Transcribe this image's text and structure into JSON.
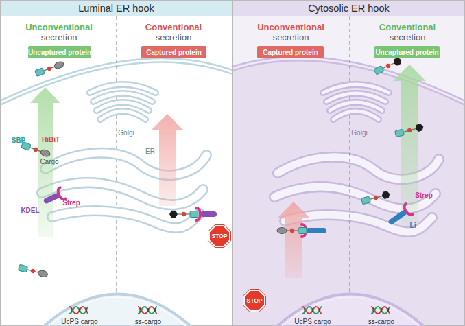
{
  "diagram": {
    "nodes": [
      {
        "text": [
          "Luminal ER hook"
        ]
      },
      {
        "text": [
          "Uncaptured protein"
        ],
        "in": 0
      },
      {
        "text": [
          "Captured protein"
        ],
        "in": 0
      },
      {
        "text": [
          "Golgi"
        ],
        "in": 0
      },
      {
        "text": [
          "ER"
        ],
        "in": 0
      },
      {
        "text": [
          "STOP"
        ],
        "in": 0
      },
      {
        "text": [
          "UcPS cargo",
          "ss-cargo"
        ],
        "in": 0
      },
      {
        "text": [
          "Cytosolic ER hook"
        ]
      },
      {
        "text": [
          "Captured protein"
        ],
        "in": 7
      },
      {
        "text": [
          "Uncaptured protein"
        ],
        "in": 7
      },
      {
        "text": [
          "Golgi"
        ],
        "in": 7
      },
      {
        "text": [
          "STOP"
        ],
        "in": 7
      },
      {
        "text": [
          "UcPS cargo",
          "ss-cargo"
        ],
        "in": 7
      }
    ],
    "labels": [
      "Unconventional secretion",
      "Conventional secretion",
      "SBP",
      "HiBiT",
      "Cargo",
      "KDEL",
      "Strep",
      "Unconventional secretion",
      "Conventional secretion",
      "Strep",
      "Li"
    ]
  }
}
